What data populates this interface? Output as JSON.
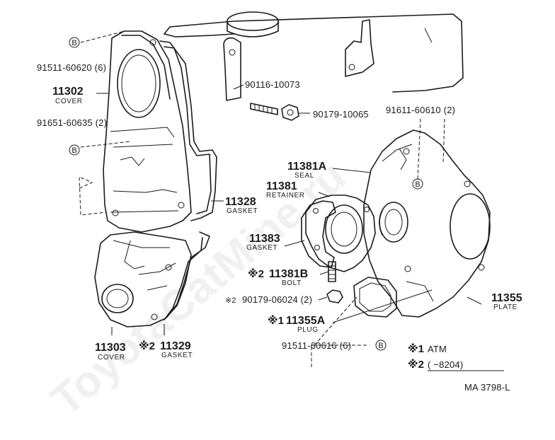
{
  "watermark": "ToyotaCatMine.ru",
  "callout_symbol": "B",
  "parts": [
    {
      "number": "91511-60620 (6)",
      "name": ""
    },
    {
      "number": "11302",
      "name": "COVER"
    },
    {
      "number": "91651-60635 (2)",
      "name": ""
    },
    {
      "number": "90116-10073",
      "name": ""
    },
    {
      "number": "90179-10065",
      "name": ""
    },
    {
      "number": "91611-60610 (2)",
      "name": ""
    },
    {
      "number": "11381A",
      "name": "SEAL"
    },
    {
      "number": "11381",
      "name": "RETAINER"
    },
    {
      "number": "11328",
      "name": "GASKET"
    },
    {
      "number": "11383",
      "name": "GASKET"
    },
    {
      "number": "11381B",
      "name": "BOLT",
      "mark": "※2"
    },
    {
      "number": "90179-06024 (2)",
      "name": "",
      "mark": "※2"
    },
    {
      "number": "11355A",
      "name": "PLUG",
      "mark": "※1"
    },
    {
      "number": "11355",
      "name": "PLATE"
    },
    {
      "number": "11303",
      "name": "COVER"
    },
    {
      "number": "11329",
      "name": "GASKET",
      "mark": "※2"
    },
    {
      "number": "91511-60616 (6)",
      "name": ""
    }
  ],
  "notes": [
    {
      "mark": "※1",
      "text": "ATM"
    },
    {
      "mark": "※2",
      "text": "(         −8204)"
    }
  ],
  "diagram_code": "MA 3798-L"
}
